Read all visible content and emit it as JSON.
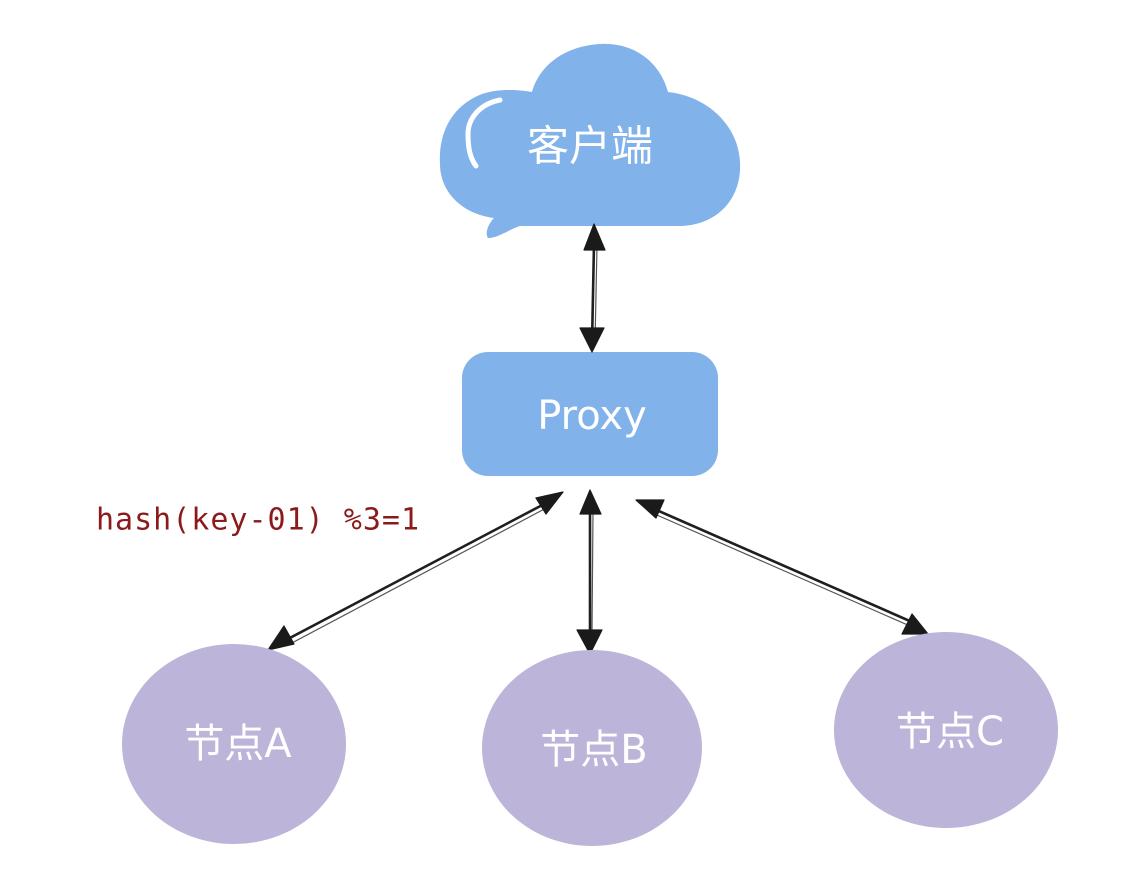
{
  "client": {
    "label": "客户端",
    "color": "#82b2ea"
  },
  "proxy": {
    "label": "Proxy",
    "color": "#82b2ea"
  },
  "nodes": [
    {
      "label": "节点A",
      "color": "#bcb4d9"
    },
    {
      "label": "节点B",
      "color": "#bcb4d9"
    },
    {
      "label": "节点C",
      "color": "#bcb4d9"
    }
  ],
  "annotation": {
    "text": "hash(key-01)  %3=1",
    "color": "#8b1a1a"
  },
  "icons": {
    "arrow": "double-headed-arrow",
    "cloud": "cloud-shape"
  }
}
